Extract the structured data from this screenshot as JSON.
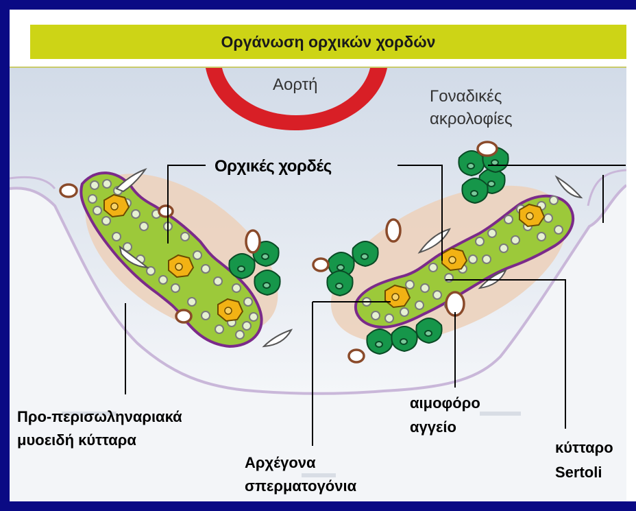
{
  "title": "Οργάνωση ορχικών χορδών",
  "labels": {
    "aorta": "Αορτή",
    "gonadal_ridges_line1": "Γοναδικές",
    "gonadal_ridges_line2": "ακρολοφίες",
    "testis_cords": "Ορχικές χορδές",
    "peritubular_line1": "Προ-περισωληναριακά",
    "peritubular_line2": "μυοειδή κύτταρα",
    "spermatogonia_line1": "Αρχέγονα",
    "spermatogonia_line2": "σπερματογόνια",
    "blood_vessel_line1": "αιμοφόρο",
    "blood_vessel_line2": "αγγείο",
    "sertoli_line1": "κύτταρο",
    "sertoli_line2": "Sertoli"
  },
  "colors": {
    "frame": "#0a0a84",
    "title_bar": "#cdd416",
    "cord_fill": "#9cc93a",
    "cord_border": "#7b2a8a",
    "germ_cell": "#f2b214",
    "leydig_cells": "#16964a",
    "aorta_ring": "#d81f26",
    "halo": "#ecd2bc"
  }
}
